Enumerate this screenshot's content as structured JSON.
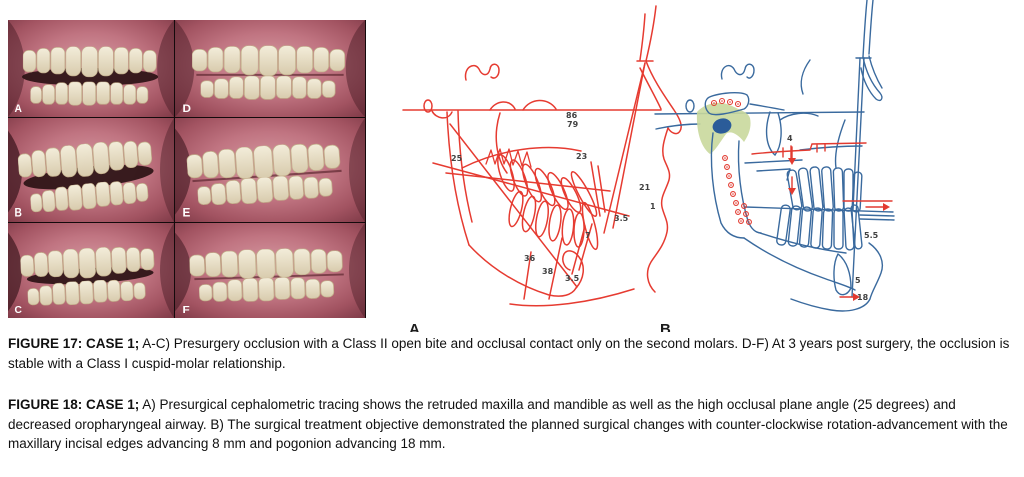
{
  "figure": {
    "photos": [
      {
        "label": "A"
      },
      {
        "label": "D"
      },
      {
        "label": "B"
      },
      {
        "label": "E"
      },
      {
        "label": "C"
      },
      {
        "label": "F"
      }
    ],
    "tracing_a": {
      "panel_label": "A",
      "numbers": {
        "n86": "86",
        "n79": "79",
        "n25": "25",
        "n23": "23",
        "n21": "21",
        "n1": "1",
        "n35_upper": "3.5",
        "n7": "7",
        "n36": "36",
        "n38": "38",
        "n35_lower": "3.5"
      }
    },
    "tracing_b": {
      "panel_label": "B",
      "numbers": {
        "n4": "4",
        "n55": "5.5",
        "n5": "5",
        "n18": "18"
      }
    }
  },
  "captions": {
    "fig17_bold": "FIGURE 17: CASE 1;",
    "fig17_text": " A-C) Presurgery occlusion with a Class II open bite and occlusal contact only on the second molars. D-F) At 3 years post surgery, the occlusion is stable with a Class I cuspid-molar relationship.",
    "fig18_bold": "FIGURE 18: CASE 1;",
    "fig18_text": " A) Presurgical cephalometric tracing shows the retruded maxilla and mandible as well as the high occlusal plane angle (25 degrees) and decreased oropharyngeal airway. B) The surgical treatment objective demonstrated the planned surgical changes with counter-clockwise rotation-advancement with the maxillary incisal edges advancing 8 mm and pogonion advancing 18 mm."
  },
  "colors": {
    "tracing_red": "#e63b31",
    "tracing_blue": "#3a6a9e",
    "fossa_green": "#c9d89c",
    "condyle_fill": "#2b5c99",
    "screw_red": "#e23a30",
    "caption_text": "#111111"
  }
}
